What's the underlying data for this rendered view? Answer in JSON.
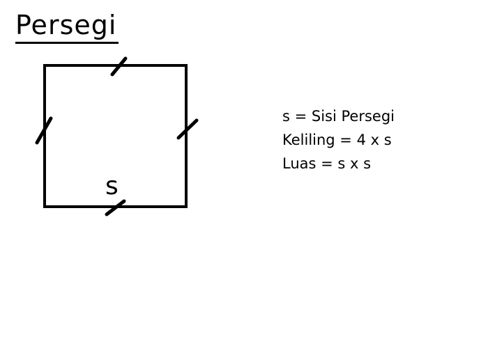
{
  "title": "Persegi",
  "figure": {
    "side_label": "s"
  },
  "formulas": [
    "s = Sisi Persegi",
    "Keliling = 4 x s",
    "Luas = s x s"
  ]
}
